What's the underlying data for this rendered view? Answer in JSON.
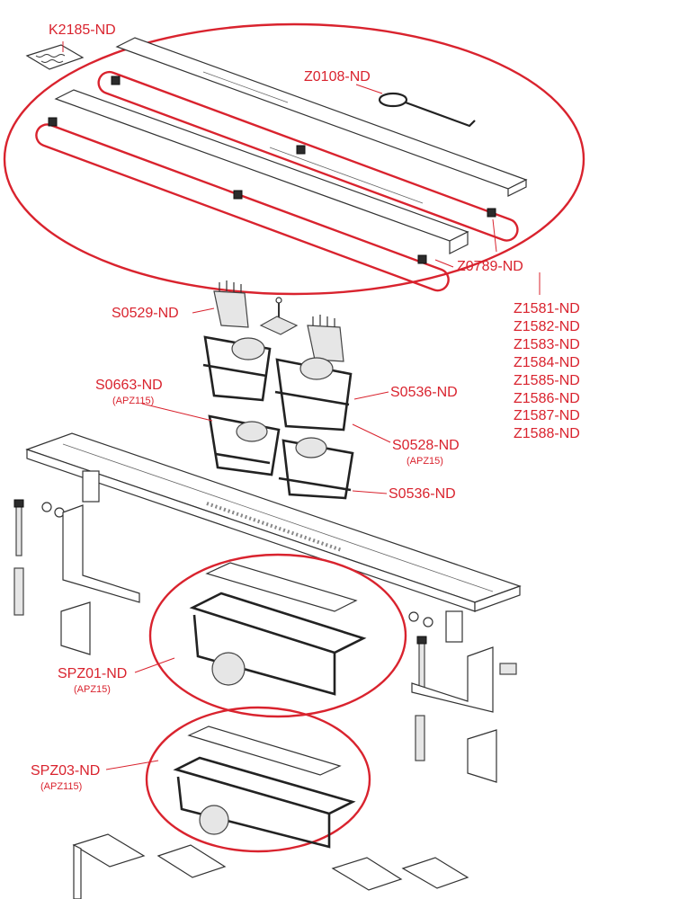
{
  "labels": {
    "k2185": "K2185-ND",
    "z0108": "Z0108-ND",
    "z0789": "Z0789-ND",
    "s0529": "S0529-ND",
    "s0663": "S0663-ND",
    "s0663_sub": "(APZ115)",
    "s0536_a": "S0536-ND",
    "s0528": "S0528-ND",
    "s0528_sub": "(APZ15)",
    "s0536_b": "S0536-ND",
    "spz01": "SPZ01-ND",
    "spz01_sub": "(APZ15)",
    "spz03": "SPZ03-ND",
    "spz03_sub": "(APZ115)"
  },
  "z_codes": [
    "Z1581-ND",
    "Z1582-ND",
    "Z1583-ND",
    "Z1584-ND",
    "Z1585-ND",
    "Z1586-ND",
    "Z1587-ND",
    "Z1588-ND"
  ],
  "colors": {
    "label_red": "#d9232e",
    "line_dark": "#333333",
    "fill_gray": "#e6e6e6"
  }
}
